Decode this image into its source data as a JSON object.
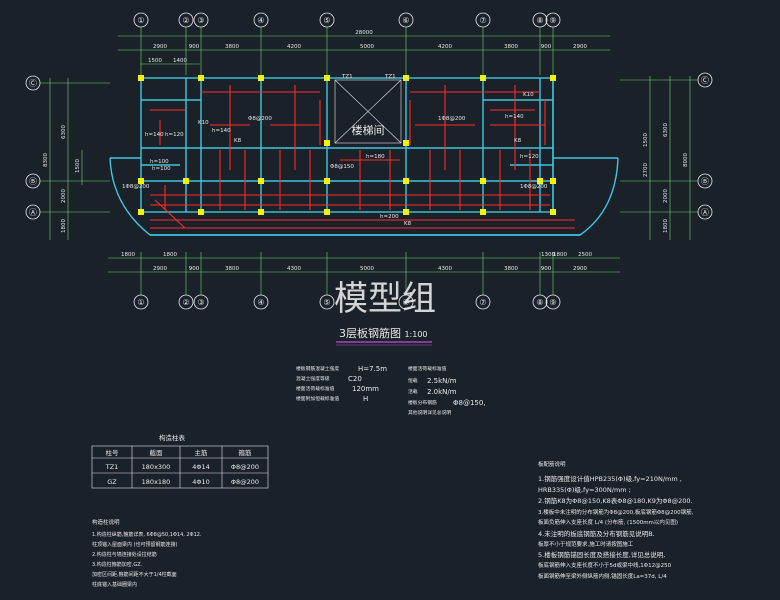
{
  "axes": {
    "columns": [
      "①",
      "②",
      "③",
      "④",
      "⑤",
      "⑥",
      "⑦",
      "⑧",
      "⑨"
    ],
    "rows": [
      "Ⓒ",
      "Ⓑ",
      "Ⓐ"
    ]
  },
  "dims": {
    "top_overall": "28000",
    "top_spans": [
      "2900",
      "900",
      "3800",
      "4200",
      "5000",
      "4200",
      "3800",
      "900",
      "2900"
    ],
    "top_sub": [
      "1500",
      "1400"
    ],
    "bottom_spans": [
      "2900",
      "900",
      "3800",
      "4300",
      "5000",
      "4300",
      "3800",
      "900",
      "2900"
    ],
    "bottom_extra": [
      "1800",
      "1800",
      "1800",
      "1300",
      "2500"
    ],
    "left_overall": "8300",
    "left_spans": [
      "6300",
      "2000",
      "1800"
    ],
    "left_sub": [
      "1500"
    ],
    "right_overall": "8000",
    "right_spans": [
      "6300",
      "2000",
      "1800"
    ],
    "right_sub": [
      "1500",
      "2700"
    ]
  },
  "plan_labels": {
    "stair": "楼梯间",
    "tz1_a": "TZ1",
    "tz1_b": "TZ1",
    "h_labels": [
      "h=140",
      "h=120",
      "h=140",
      "h=100",
      "h=180",
      "h=200",
      "h=140",
      "h=120",
      "h=100"
    ],
    "rebar": [
      "Φ8@200",
      "K8",
      "K8",
      "K10",
      "1Φ8@200",
      "Φ8@150",
      "1Φ8@200",
      "K8",
      "K10",
      "1Φ8@200"
    ]
  },
  "watermark": "模型组",
  "drawing_title": "3层板钢筋图",
  "scale": "1:100",
  "notes_mid_left": {
    "lines": [
      "楼板钢筋混凝土强度",
      "混凝土强度等级",
      "楼面活荷载标准值",
      "楼面附加恒载标准值"
    ],
    "values": [
      "H=7.5m",
      "C20",
      "120mm",
      "H"
    ]
  },
  "notes_mid_right": {
    "lines": [
      "楼面活荷载标准值",
      "恒载",
      "活载",
      "楼板分布钢筋",
      "其他说明详见总说明"
    ],
    "values": [
      "2.5kN/m",
      "2.0kN/m",
      "Φ8@150,"
    ]
  },
  "column_table": {
    "title": "构造柱表",
    "headers": [
      "柱号",
      "截面",
      "主筋",
      "箍筋"
    ],
    "rows": [
      [
        "TZ1",
        "180x300",
        "4Φ14",
        "Φ8@200"
      ],
      [
        "GZ",
        "180x180",
        "4Φ10",
        "Φ8@200"
      ]
    ]
  },
  "notes_bottom_left": {
    "title": "构造柱说明",
    "lines": [
      "1.构造柱纵筋,箍筋详表,     6Φ8@50,1Φ14,  2Φ12.",
      "  柱顶锚入屋面梁内 (也可预留钢筋连接)",
      "2.构造柱与墙连接处设拉结筋",
      "3.构造柱箍筋加密,GZ.",
      "  加密区间距,箍筋间距不大于1/4柱截面",
      "  柱底锚入基础圈梁内"
    ]
  },
  "notes_bottom_right": {
    "title": "板配筋说明",
    "lines": [
      "1.钢筋强度设计值HPB235(Φ)级,fy=210N/mm ,",
      "  HRB335(Φ)级,fy=300N/mm ;",
      "2.钢筋K8为Φ8@150,K8表Φ8@180,K9为Φ8@200.",
      "3.楼板中未注明的分布钢筋为Φ8@200,板底钢筋Φ8@200钢筋,",
      "  板面负筋伸入支座长度 L/4 (分布筋, (1500mm以内见图)",
      "4.未注明的板底钢筋及分布钢筋见说明B.",
      "  板厚不小于规范要求,施工时请按图施工",
      "5.楼板钢筋锚固长度及搭接长度,详见总说明,",
      "  板底钢筋伸入支座长度不小于5d或梁中线,1Φ12@250",
      "  板面钢筋伸至梁外侧纵筋内侧,锚固长度La=37d,  L/4"
    ]
  },
  "colors": {
    "background": "#1b2129",
    "beam": "#3fc6e0",
    "rebar": "#ff2a2a",
    "column": "#f2f20a",
    "dim": "#6bdc6b",
    "text": "#e8e8e8",
    "title_underline": "#c14adf"
  }
}
